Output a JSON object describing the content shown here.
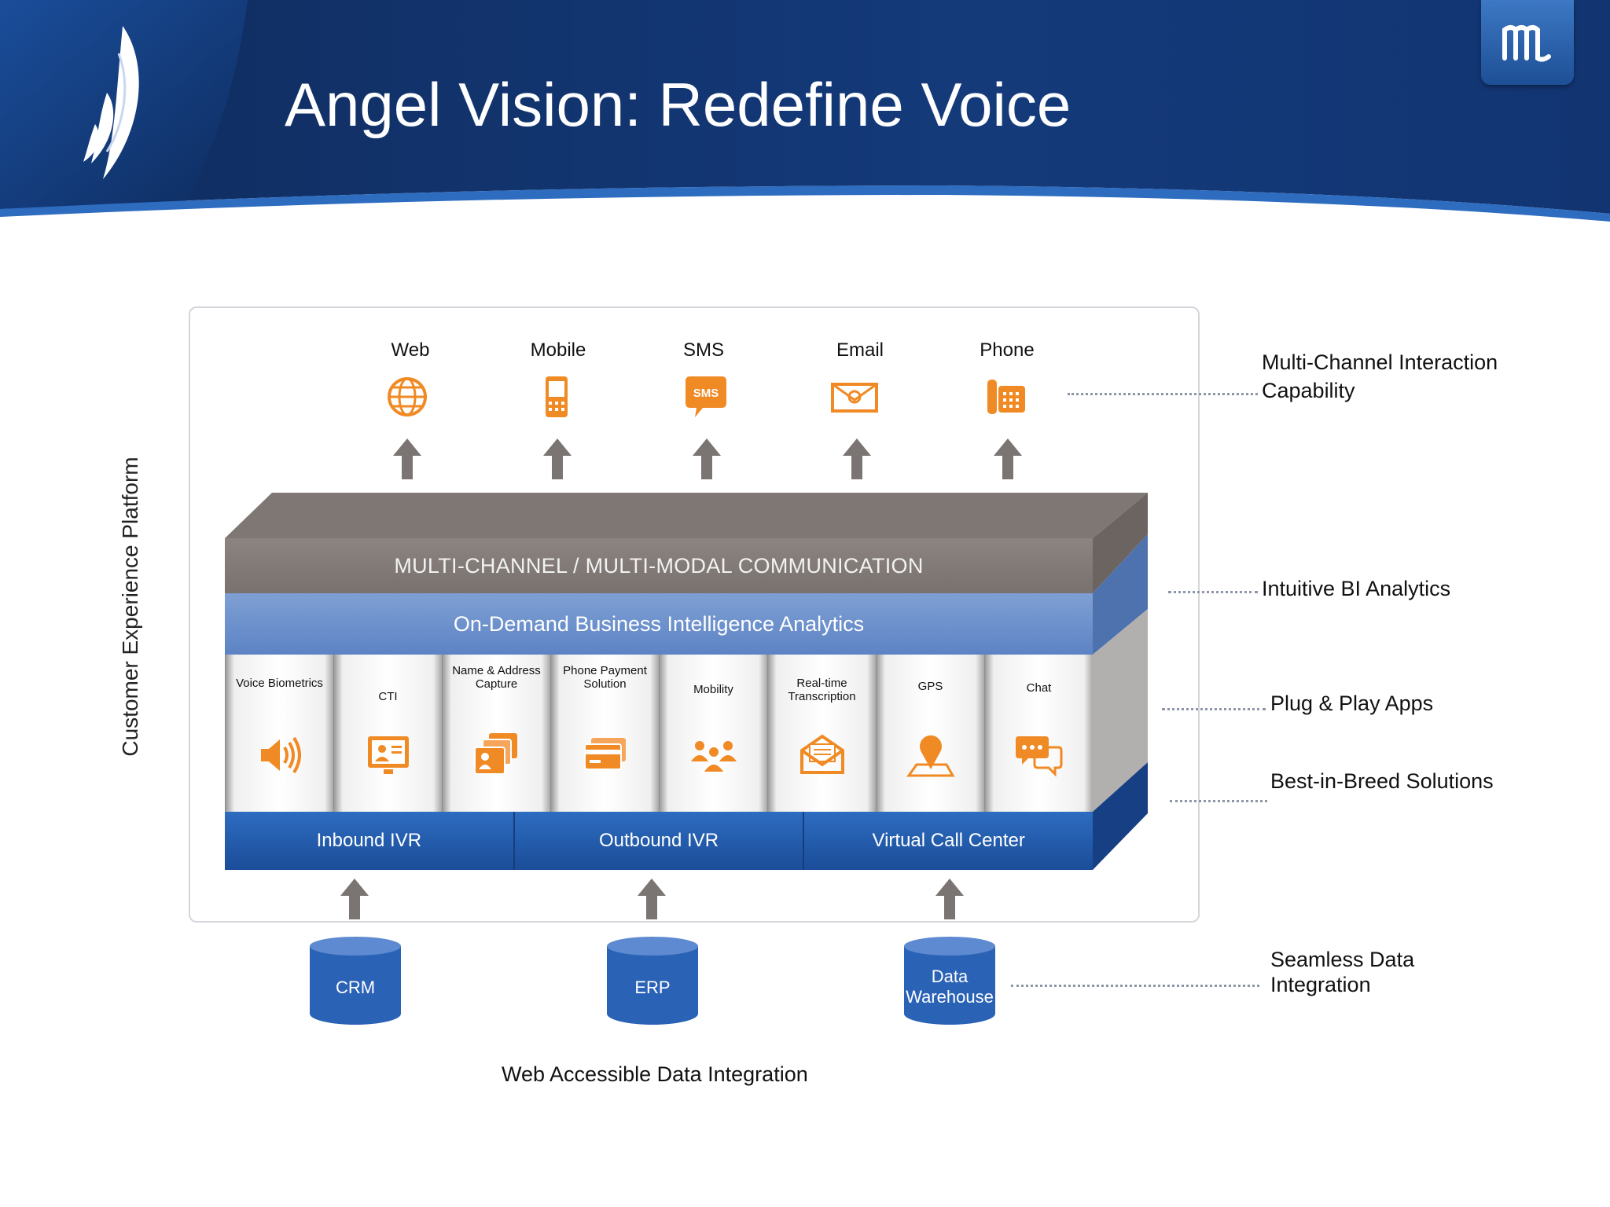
{
  "title": "Angel Vision: Redefine Voice",
  "brand_logo": "wing-logo",
  "corner_logo": "m-logo",
  "colors": {
    "navy": "#0f2b5c",
    "orange": "#f08a24",
    "blue": "#1f5aa8",
    "gray": "#7e7672",
    "light_blue": "#6b8fcc"
  },
  "platform_label": "Customer Experience Platform",
  "channels": [
    {
      "label": "Web",
      "icon": "globe-icon"
    },
    {
      "label": "Mobile",
      "icon": "mobile-phone-icon"
    },
    {
      "label": "SMS",
      "icon": "sms-bubble-icon"
    },
    {
      "label": "Email",
      "icon": "email-envelope-icon"
    },
    {
      "label": "Phone",
      "icon": "desk-phone-icon"
    }
  ],
  "layers": {
    "communication": "MULTI-CHANNEL / MULTI-MODAL COMMUNICATION",
    "analytics": "On-Demand Business Intelligence Analytics"
  },
  "apps": [
    {
      "label": "Voice Biometrics",
      "icon": "speaker-icon"
    },
    {
      "label": "CTI",
      "icon": "screen-contact-icon"
    },
    {
      "label": "Name & Address Capture",
      "icon": "contact-cards-icon"
    },
    {
      "label": "Phone Payment Solution",
      "icon": "credit-card-icon"
    },
    {
      "label": "Mobility",
      "icon": "people-group-icon"
    },
    {
      "label": "Real-time Transcription",
      "icon": "open-envelope-icon"
    },
    {
      "label": "GPS",
      "icon": "map-pin-icon"
    },
    {
      "label": "Chat",
      "icon": "chat-bubbles-icon"
    }
  ],
  "solutions": [
    "Inbound IVR",
    "Outbound IVR",
    "Virtual Call Center"
  ],
  "data_sources": [
    "CRM",
    "ERP",
    "Data Warehouse"
  ],
  "right_labels": {
    "multichannel": "Multi-Channel Interaction Capability",
    "bi": "Intuitive BI Analytics",
    "apps": "Plug & Play Apps",
    "solutions": "Best-in-Breed Solutions",
    "data": "Seamless Data Integration"
  },
  "footer": "Web Accessible Data Integration"
}
